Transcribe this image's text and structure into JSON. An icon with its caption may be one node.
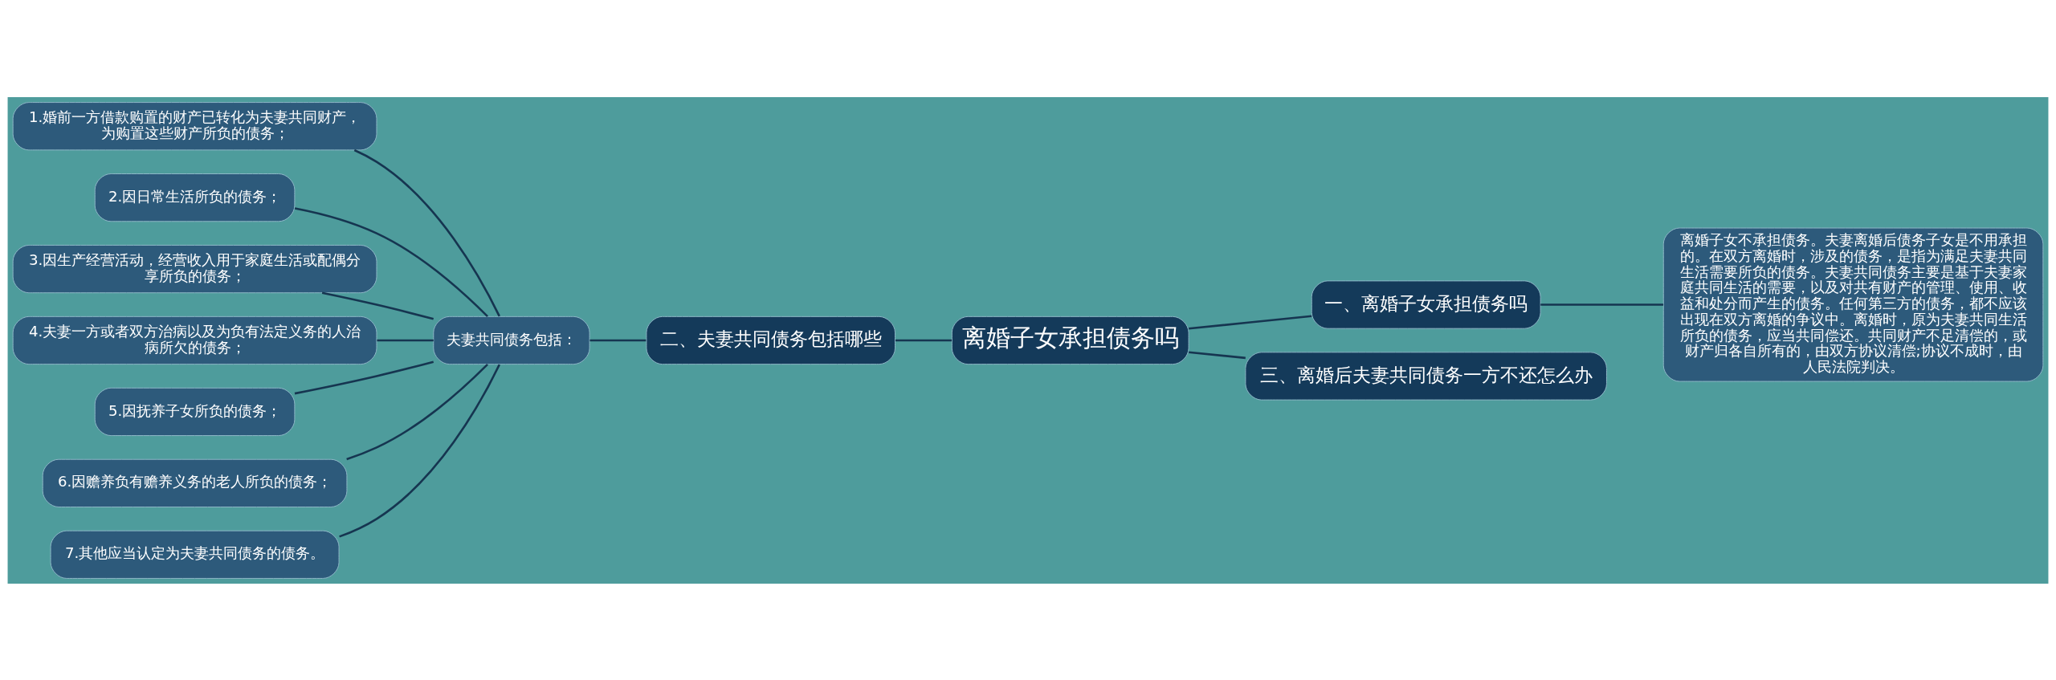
{
  "diagram": {
    "nodes": [
      {
        "text": [
          "离婚子女承担债务吗"
        ]
      },
      {
        "text": [
          "一、离婚子女承担债务吗"
        ]
      },
      {
        "text": [
          "离婚子女不承担债务。夫妻离婚后债务子女是不用承担的。在双方离婚时，涉及的债务，是指为满足夫妻共同生活需要所负的债务。夫妻共同债务主要是基于夫妻家庭共同生活的需要，以及对共有财产的管理、使用、收益和处分而产生的债务。任何第三方的债务，都不应该出现在双方离婚的争议中。离婚时，原为夫妻共同生活所负的债务，应当共同偿还。共同财产不足清偿的，或财产归各自所有的，由双方协议清偿;协议不成时，由人民法院判决。"
        ]
      },
      {
        "text": [
          "二、夫妻共同债务包括哪些"
        ]
      },
      {
        "text": [
          "夫妻共同债务包括："
        ]
      },
      {
        "text": [
          "1.婚前一方借款购置的财产已转化为夫妻共同财产，为购置这些财产所负的债务；"
        ]
      },
      {
        "text": [
          "2.因日常生活所负的债务；"
        ]
      },
      {
        "text": [
          "3.因生产经营活动，经营收入用于家庭生活或配偶分享所负的债务；"
        ]
      },
      {
        "text": [
          "4.夫妻一方或者双方治病以及为负有法定义务的人治病所欠的债务；"
        ]
      },
      {
        "text": [
          "5.因抚养子女所负的债务；"
        ]
      },
      {
        "text": [
          "6.因赡养负有赡养义务的老人所负的债务；"
        ]
      },
      {
        "text": [
          "7.其他应当认定为夫妻共同债务的债务。"
        ]
      },
      {
        "text": [
          "三、离婚后夫妻共同债务一方不还怎么办"
        ]
      }
    ],
    "edges": [
      {
        "from": 0,
        "to": 1,
        "arrow": "none"
      },
      {
        "from": 1,
        "to": 2,
        "arrow": "none"
      },
      {
        "from": 0,
        "to": 3,
        "arrow": "none"
      },
      {
        "from": 3,
        "to": 4,
        "arrow": "none"
      },
      {
        "from": 4,
        "to": 5,
        "arrow": "none"
      },
      {
        "from": 4,
        "to": 6,
        "arrow": "none"
      },
      {
        "from": 4,
        "to": 7,
        "arrow": "none"
      },
      {
        "from": 4,
        "to": 8,
        "arrow": "none"
      },
      {
        "from": 4,
        "to": 9,
        "arrow": "none"
      },
      {
        "from": 4,
        "to": 10,
        "arrow": "none"
      },
      {
        "from": 4,
        "to": 11,
        "arrow": "none"
      },
      {
        "from": 0,
        "to": 12,
        "arrow": "none"
      }
    ]
  }
}
